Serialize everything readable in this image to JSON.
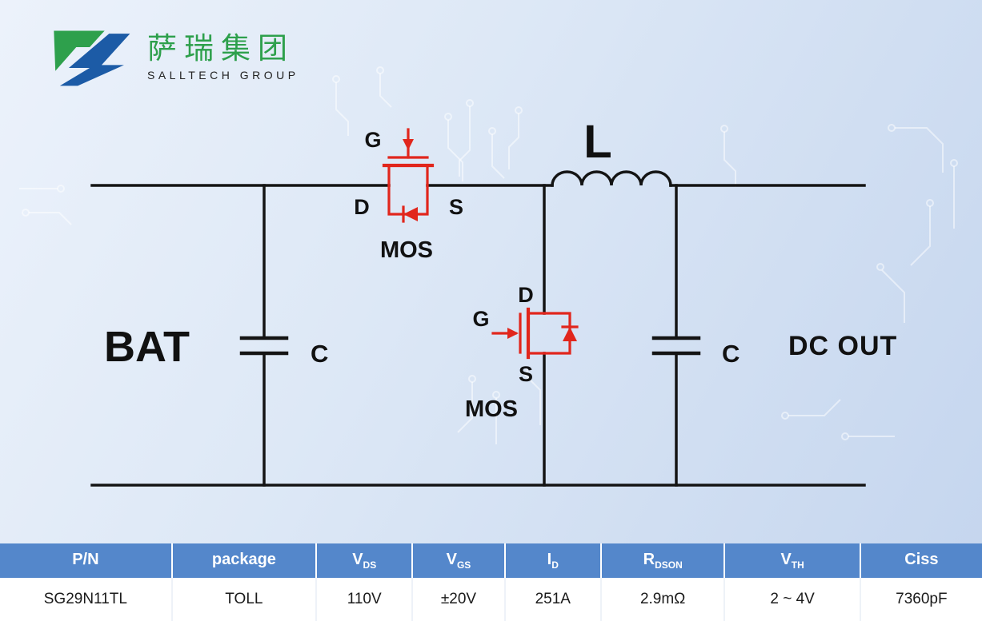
{
  "logo": {
    "company_cn": "萨瑞集团",
    "company_en": "SALLTECH GROUP"
  },
  "circuit": {
    "bat_label": "BAT",
    "inductor_label": "L",
    "cap_left_label": "C",
    "cap_right_label": "C",
    "dc_out_label": "DC OUT",
    "mos_high": {
      "gate": "G",
      "drain": "D",
      "source": "S",
      "label": "MOS"
    },
    "mos_low": {
      "gate": "G",
      "drain": "D",
      "source": "S",
      "label": "MOS"
    }
  },
  "table": {
    "headers": [
      {
        "main": "P/N",
        "sub": ""
      },
      {
        "main": "package",
        "sub": ""
      },
      {
        "main": "V",
        "sub": "DS"
      },
      {
        "main": "V",
        "sub": "GS"
      },
      {
        "main": "I",
        "sub": "D"
      },
      {
        "main": "R",
        "sub": "DSON"
      },
      {
        "main": "V",
        "sub": "TH"
      },
      {
        "main": "Ciss",
        "sub": ""
      }
    ],
    "row": [
      "SG29N11TL",
      "TOLL",
      "110V",
      "±20V",
      "251A",
      "2.9mΩ",
      "2 ~ 4V",
      "7360pF"
    ]
  },
  "colors": {
    "mosfet_red": "#e1261c",
    "wire_black": "#141414",
    "table_header_blue": "#5487cb",
    "logo_green": "#2ea04c",
    "logo_blue": "#1c5ba6",
    "background_blue": "#d6e2f3"
  }
}
